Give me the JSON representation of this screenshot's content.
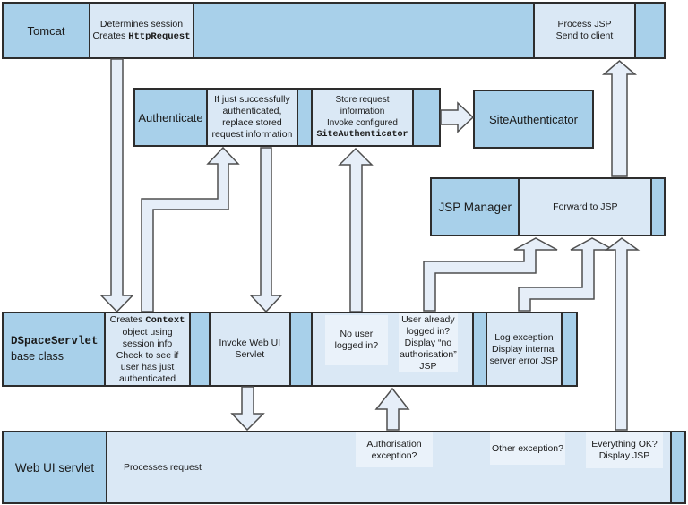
{
  "colors": {
    "medium_blue": "#a8d0ea",
    "light_blue": "#dae8f5",
    "lighter_blue": "#eaf2fa",
    "arrow_fill": "#e6eef8",
    "border": "#2d2d2d",
    "arrow_stroke": "#4f4f4f"
  },
  "tomcat_row": {
    "label": "Tomcat",
    "determines": {
      "line1": "Determines session",
      "line2_prefix": "Creates ",
      "line2_code": "HttpRequest"
    },
    "process": "Process JSP\nSend to client"
  },
  "authenticate_row": {
    "label": "Authenticate",
    "if_just": "If just successfully\nauthenticated,\nreplace stored\nrequest information",
    "store": {
      "lines": "Store request information\nInvoke configured",
      "code": "SiteAuthenticator"
    }
  },
  "site_authenticator": {
    "label": "SiteAuthenticator"
  },
  "jsp_manager_row": {
    "label": "JSP Manager",
    "forward": "Forward to JSP"
  },
  "dspace_row": {
    "title_code": "DSpaceServlet",
    "title_rest": "base class",
    "creates": {
      "line1_prefix": "Creates ",
      "line1_code": "Context",
      "rest": "object using\nsession info\nCheck to see if\nuser has just\nauthenticated"
    },
    "invoke": "Invoke Web UI\nServlet",
    "no_user": "No user\nlogged in?",
    "user_already": "User already\nlogged in?\nDisplay “no\nauthorisation”\nJSP",
    "log_exception": "Log exception\nDisplay internal\nserver error JSP"
  },
  "webui_row": {
    "label": "Web UI servlet",
    "processes": "Processes request",
    "auth_exception": "Authorisation\nexception?",
    "other_exception": "Other exception?",
    "everything_ok": "Everything OK?\nDisplay JSP"
  }
}
